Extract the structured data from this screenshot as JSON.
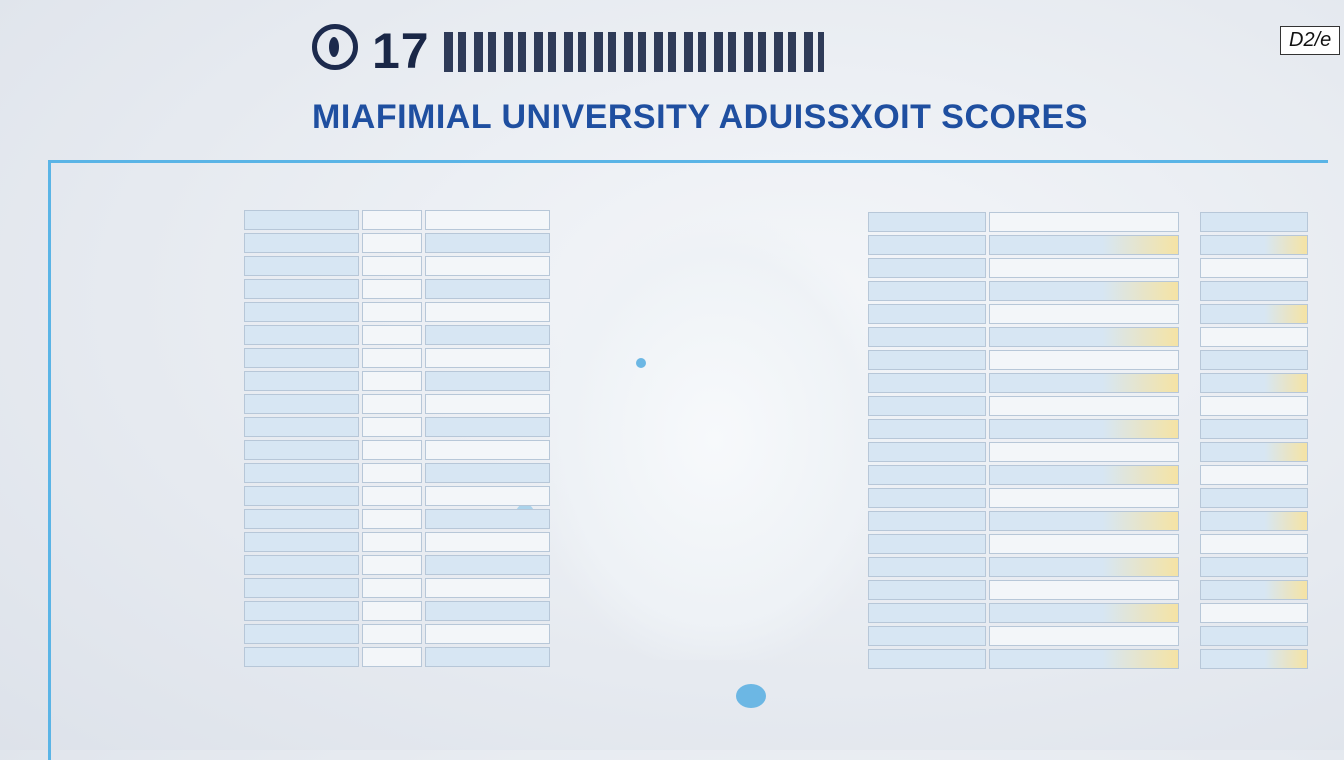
{
  "header": {
    "title_number": "17",
    "subtitle": "MIAFIMIAL UNIVERSITY ADUISSXOIT SCORES",
    "badge": "D2/e"
  },
  "colors": {
    "title": "#1a2747",
    "subtitle": "#1f4fa0",
    "frame_accent": "#5ab4e6"
  },
  "icons": {
    "logo": "circular-logo-icon"
  }
}
